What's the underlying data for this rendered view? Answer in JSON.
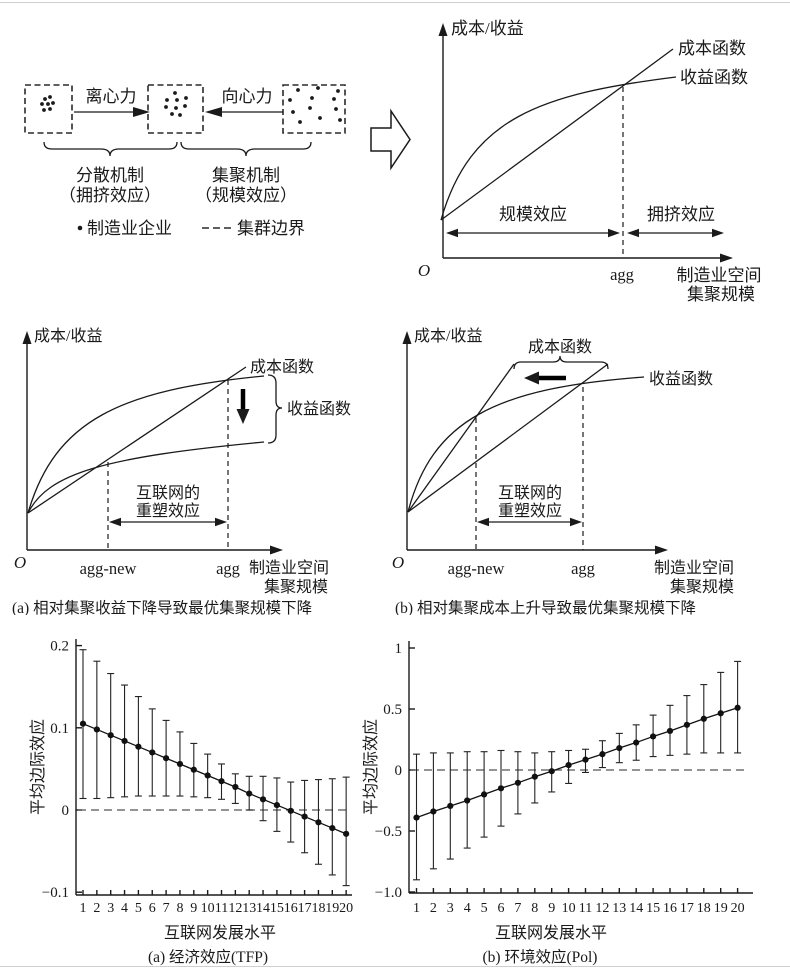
{
  "mechanism": {
    "centrifugal_label": "离心力",
    "centripetal_label": "向心力",
    "dispersion_title": "分散机制",
    "dispersion_sub": "（拥挤效应）",
    "agglomeration_title": "集聚机制",
    "agglomeration_sub": "（规模效应）",
    "legend_firm": "制造业企业",
    "legend_boundary": "集群边界"
  },
  "base_chart": {
    "y_axis_label": "成本/收益",
    "cost_curve_label": "成本函数",
    "revenue_curve_label": "收益函数",
    "scale_effect_label": "规模效应",
    "crowding_effect_label": "拥挤效应",
    "origin_label": "O",
    "agg_label": "agg",
    "x_axis_label_line1": "制造业空间",
    "x_axis_label_line2": "集聚规模"
  },
  "panel_a": {
    "y_axis_label": "成本/收益",
    "cost_curve_label": "成本函数",
    "revenue_curve_label": "收益函数",
    "reshape_label_line1": "互联网的",
    "reshape_label_line2": "重塑效应",
    "origin_label": "O",
    "agg_new_label": "agg-new",
    "agg_label": "agg",
    "x_axis_label_line1": "制造业空间",
    "x_axis_label_line2": "集聚规模",
    "caption": "(a) 相对集聚收益下降导致最优集聚规模下降"
  },
  "panel_b": {
    "y_axis_label": "成本/收益",
    "cost_curve_label": "成本函数",
    "revenue_curve_label": "收益函数",
    "reshape_label_line1": "互联网的",
    "reshape_label_line2": "重塑效应",
    "origin_label": "O",
    "agg_new_label": "agg-new",
    "agg_label": "agg",
    "x_axis_label_line1": "制造业空间",
    "x_axis_label_line2": "集聚规模",
    "caption": "(b) 相对集聚成本上升导致最优集聚规模下降"
  },
  "chart_data": [
    {
      "type": "line",
      "error_bars": true,
      "title": "(a) 经济效应(TFP)",
      "xlabel": "互联网发展水平",
      "ylabel": "平均边际效应",
      "x": [
        1,
        2,
        3,
        4,
        5,
        6,
        7,
        8,
        9,
        10,
        11,
        12,
        13,
        14,
        15,
        16,
        17,
        18,
        19,
        20
      ],
      "values": [
        0.105,
        0.098,
        0.091,
        0.084,
        0.077,
        0.07,
        0.063,
        0.056,
        0.049,
        0.042,
        0.035,
        0.028,
        0.02,
        0.013,
        0.006,
        -0.001,
        -0.008,
        -0.015,
        -0.022,
        -0.029
      ],
      "ci_upper": [
        0.195,
        0.181,
        0.166,
        0.152,
        0.138,
        0.123,
        0.109,
        0.095,
        0.081,
        0.068,
        0.056,
        0.044,
        0.041,
        0.041,
        0.039,
        0.034,
        0.036,
        0.037,
        0.038,
        0.04
      ],
      "ci_lower": [
        0.014,
        0.014,
        0.015,
        0.016,
        0.017,
        0.017,
        0.017,
        0.017,
        0.016,
        0.015,
        0.013,
        0.008,
        0.0,
        -0.013,
        -0.026,
        -0.039,
        -0.052,
        -0.066,
        -0.079,
        -0.092
      ],
      "y_ticks": [
        0.2,
        0.1,
        0,
        -0.1
      ],
      "y_tick_labels": [
        "0.2",
        "0.1",
        "0",
        "−0.1"
      ],
      "ylim": [
        -0.105,
        0.205
      ],
      "zero_line": true,
      "grid": false,
      "marker": "circle"
    },
    {
      "type": "line",
      "error_bars": true,
      "title": "(b) 环境效应(Pol)",
      "xlabel": "互联网发展水平",
      "ylabel": "平均边际效应",
      "x": [
        1,
        2,
        3,
        4,
        5,
        6,
        7,
        8,
        9,
        10,
        11,
        12,
        13,
        14,
        15,
        16,
        17,
        18,
        19,
        20
      ],
      "values": [
        -0.39,
        -0.34,
        -0.295,
        -0.25,
        -0.2,
        -0.15,
        -0.105,
        -0.055,
        -0.01,
        0.04,
        0.085,
        0.13,
        0.18,
        0.225,
        0.275,
        0.32,
        0.37,
        0.42,
        0.465,
        0.51
      ],
      "ci_upper": [
        0.13,
        0.14,
        0.14,
        0.15,
        0.15,
        0.16,
        0.15,
        0.14,
        0.15,
        0.16,
        0.17,
        0.24,
        0.3,
        0.37,
        0.45,
        0.53,
        0.61,
        0.7,
        0.8,
        0.89
      ],
      "ci_lower": [
        -0.9,
        -0.81,
        -0.73,
        -0.64,
        -0.55,
        -0.46,
        -0.36,
        -0.27,
        -0.18,
        -0.11,
        -0.02,
        0.02,
        0.06,
        0.08,
        0.11,
        0.12,
        0.13,
        0.14,
        0.14,
        0.14
      ],
      "y_ticks": [
        1,
        0.5,
        0,
        -0.5,
        -1
      ],
      "y_tick_labels": [
        "1",
        "0.5",
        "0",
        "−0.5",
        "−1.0"
      ],
      "ylim": [
        -1.02,
        1.02
      ],
      "zero_line": true,
      "grid": false,
      "marker": "circle"
    }
  ]
}
